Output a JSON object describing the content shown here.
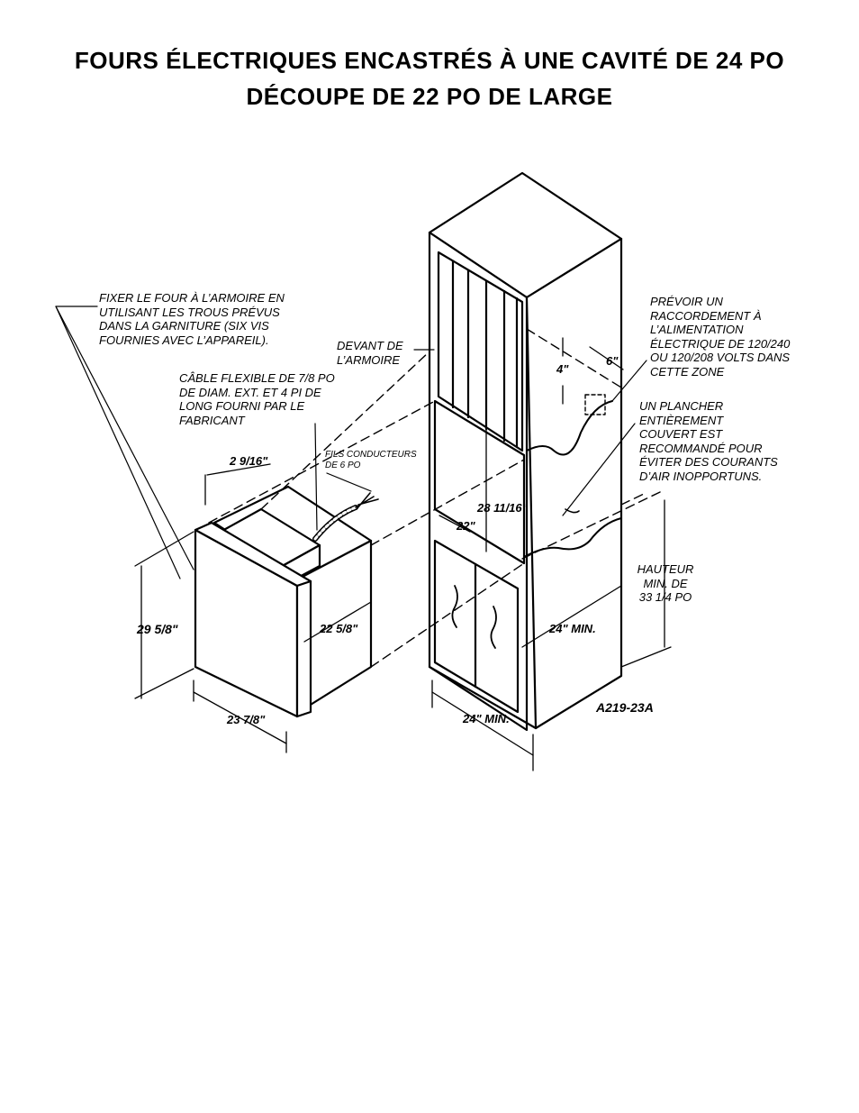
{
  "header": {
    "title_line1": "FOURS ÉLECTRIQUES ENCASTRÉS À UNE CAVITÉ DE 24 PO",
    "title_line2": "DÉCOUPE DE 22 PO DE LARGE"
  },
  "notes": {
    "fix_oven": "FIXER LE FOUR À L’ARMOIRE EN\nUTILISANT LES TROUS PRÉVUS\nDANS LA GARNITURE (SIX VIS\nFOURNIES AVEC L’APPAREIL).",
    "cabinet_front": "DEVANT DE\nL’ARMOIRE",
    "flex_cable": "CÂBLE FLEXIBLE DE 7/8 PO\nDE DIAM. EXT. ET 4 PI DE\nLONG FOURNI PAR LE\nFABRICANT",
    "lead_wires": "FILS CONDUCTEURS\nDE 6 PO",
    "power_connection": "PRÉVOIR UN\nRACCORDEMENT À\nL’ALIMENTATION\nÉLECTRIQUE DE 120/240\nOU 120/208 VOLTS DANS\nCETTE ZONE",
    "floor": "UN PLANCHER\nENTIÈREMENT\nCOUVERT EST\nRECOMMANDÉ POUR\nÉVITER DES COURANTS\nD’AIR INOPPORTUNS.",
    "min_height": "HAUTEUR\nMIN. DE\n33 1/4 PO"
  },
  "dimensions": {
    "trim_depth": "2 9/16\"",
    "oven_height": "29 5/8\"",
    "oven_depth": "22 5/8\"",
    "oven_width": "23 7/8\"",
    "cutout_height": "28 11/16\"",
    "cutout_width": "22\"",
    "zone_4": "4\"",
    "zone_6": "6\"",
    "cabinet_depth_min": "24\" MIN.",
    "cabinet_width_min": "24\" MIN."
  },
  "drawing_code": "A219-23A"
}
